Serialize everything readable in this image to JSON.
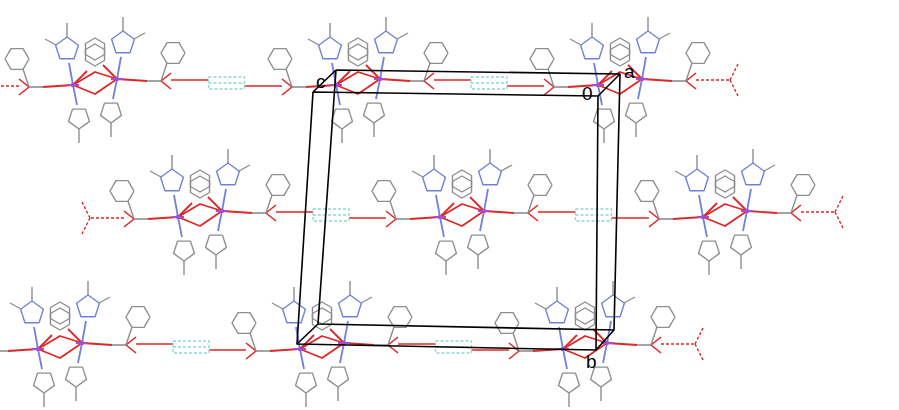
{
  "diagram": {
    "labels": [
      "c",
      "a",
      "0",
      "b"
    ]
  }
}
